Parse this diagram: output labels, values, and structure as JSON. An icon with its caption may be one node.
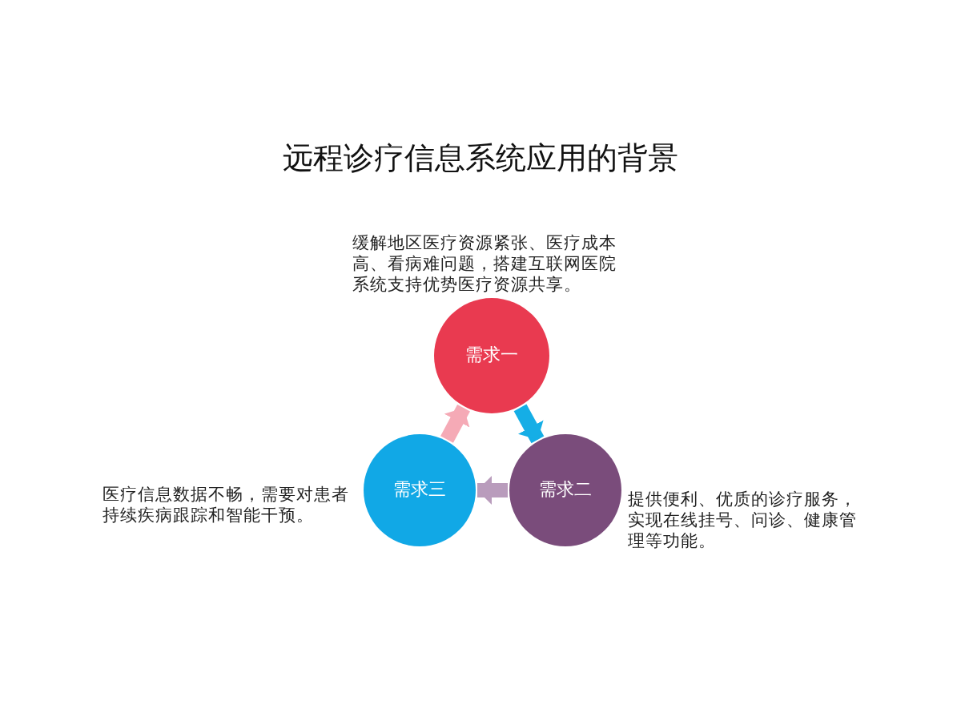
{
  "diagram": {
    "title": "远程诊疗信息系统应用的背景",
    "nodes": [
      {
        "text": [
          "需求一"
        ],
        "beside": [
          "缓解地区医疗资源紧张、医疗成本高、看病难问题，搭建互联网医院系统支持优势医疗资源共享。"
        ]
      },
      {
        "text": [
          "需求二"
        ],
        "beside": [
          "提供便利、优质的诊疗服务，实现在线挂号、问诊、健康管理等功能。"
        ]
      },
      {
        "text": [
          "需求三"
        ],
        "beside": [
          "医疗信息数据不畅，需要对患者持续疾病跟踪和智能干预。"
        ]
      }
    ],
    "edges": [
      {
        "from": 0,
        "to": 1,
        "arrow": "to",
        "color": "#15aee6"
      },
      {
        "from": 1,
        "to": 2,
        "arrow": "to",
        "color": "#b99cbc"
      },
      {
        "from": 2,
        "to": 0,
        "arrow": "to",
        "color": "#f5aab6"
      }
    ]
  }
}
